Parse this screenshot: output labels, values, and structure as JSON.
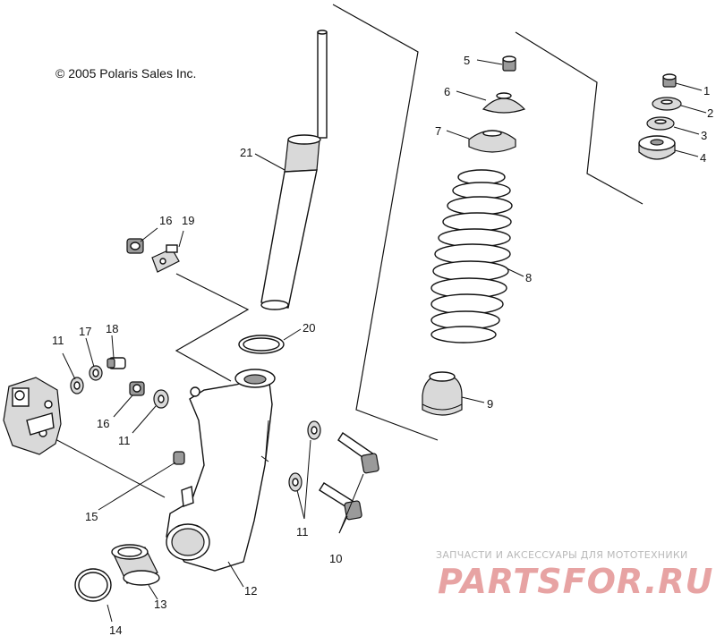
{
  "copyright": "© 2005 Polaris Sales Inc.",
  "callouts": {
    "c1": "1",
    "c2": "2",
    "c3": "3",
    "c4": "4",
    "c5": "5",
    "c6": "6",
    "c7": "7",
    "c8": "8",
    "c9": "9",
    "c10": "10",
    "c11a": "11",
    "c11b": "11",
    "c11c": "11",
    "c12": "12",
    "c13": "13",
    "c14": "14",
    "c15": "15",
    "c16a": "16",
    "c16b": "16",
    "c17": "17",
    "c18": "18",
    "c19": "19",
    "c20": "20",
    "c21": "21"
  },
  "watermark": {
    "tagline": "ЗАПЧАСТИ И АКСЕССУАРЫ ДЛЯ МОТОТЕХНИКИ",
    "logo": "PARTSFOR.RU"
  }
}
